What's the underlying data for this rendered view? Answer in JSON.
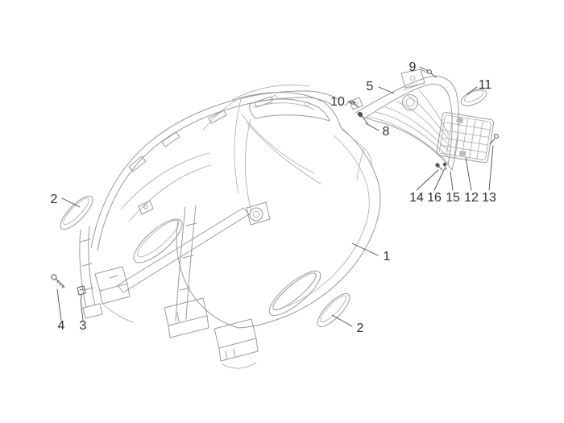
{
  "diagram": {
    "kind": "exploded-parts-diagram",
    "subject": "scooter rear side covers and tail frame",
    "style": {
      "background": "#ffffff",
      "artwork_line_color": "#9a9aa0",
      "detail_line_color": "#5c5c60",
      "leader_line_color": "#4a4a4e",
      "label_color": "#2e2e30"
    },
    "callouts": [
      {
        "key": "part-1-rear-cover",
        "label": "1"
      },
      {
        "key": "part-2-reflector-left",
        "label": "2"
      },
      {
        "key": "part-2-reflector-right",
        "label": "2"
      },
      {
        "key": "part-3-clip",
        "label": "3"
      },
      {
        "key": "part-4-screw",
        "label": "4"
      },
      {
        "key": "part-5-tail-frame",
        "label": "5"
      },
      {
        "key": "part-8-screw",
        "label": "8"
      },
      {
        "key": "part-9-screw",
        "label": "9"
      },
      {
        "key": "part-10-screw",
        "label": "10"
      },
      {
        "key": "part-11-lens",
        "label": "11"
      },
      {
        "key": "part-12-grille",
        "label": "12"
      },
      {
        "key": "part-13-screw",
        "label": "13"
      },
      {
        "key": "part-14-screw",
        "label": "14"
      },
      {
        "key": "part-15-washer",
        "label": "15"
      },
      {
        "key": "part-16-bolt",
        "label": "16"
      }
    ]
  }
}
